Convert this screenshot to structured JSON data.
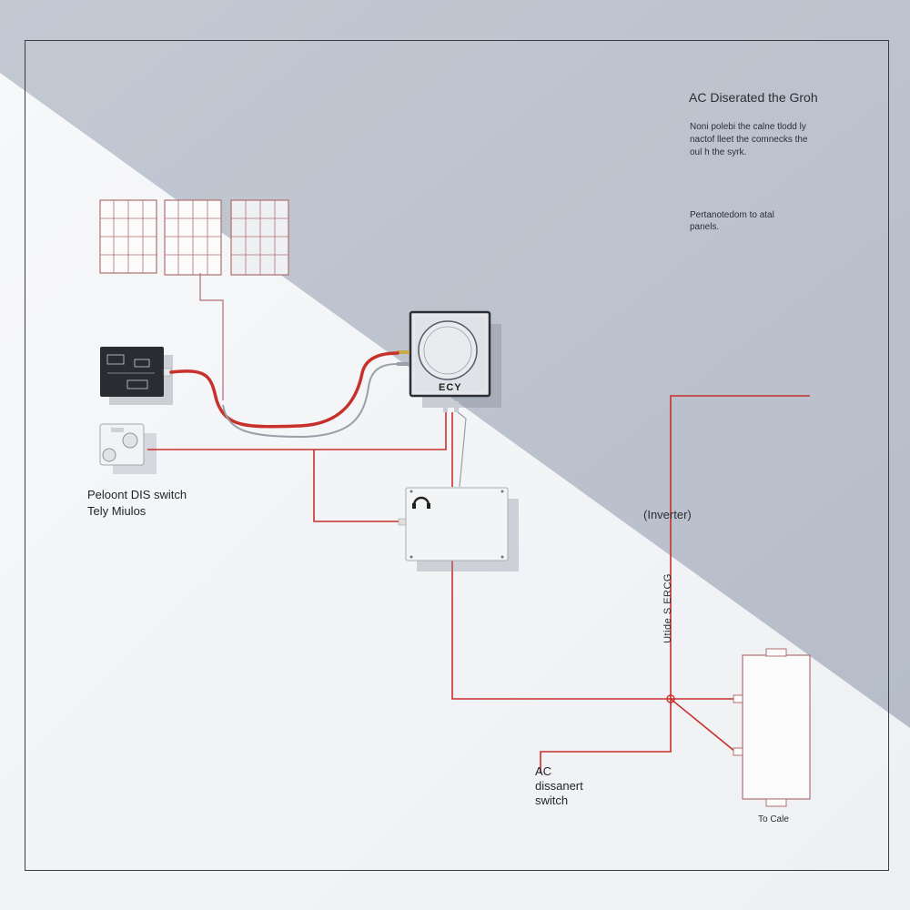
{
  "heading": "AC Diserated the Groh",
  "note_block": [
    "Noni polebi the calne tlodd ly",
    "nactof lleet the comnecks the",
    "oul h the syrk."
  ],
  "note_block_2": [
    "Pertanotedom to atal",
    "panels."
  ],
  "dc_switch_label": [
    "Peloont DIS switch",
    "Tely Miulos"
  ],
  "inverter_label": "(Inverter)",
  "vertical_label": "Utide S ERCG",
  "ac_switch_label": [
    "AC",
    "dissanert",
    "switch"
  ],
  "grid_label": "To Cale",
  "charge_controller_label": "ECY",
  "colors": {
    "wire_red": "#c8302c",
    "wire_gray": "#9aa0a8",
    "panel_outline": "#b07070",
    "shadow_gray": "#b8bfca"
  },
  "icons": {
    "solar_panel": "grid-panel-icon",
    "battery_box": "dark-box-icon",
    "dc_switch": "knob-switch-icon",
    "charge_controller": "round-gauge-icon",
    "junction_box": "headphone-symbol-icon",
    "meter_panel": "rectangle-cabinet-icon"
  }
}
